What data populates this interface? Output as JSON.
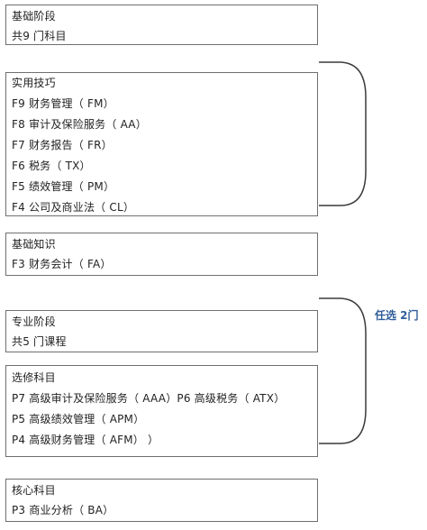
{
  "stages": [
    {
      "lines": [
        "基础阶段",
        "共9 门科目"
      ]
    },
    {
      "lines": [
        "实用技巧",
        "F9 财务管理（ FM）",
        "F8 审计及保险服务（ AA）",
        "F7 财务报告（ FR）",
        "F6 税务（ TX）",
        "F5 绩效管理（ PM）",
        "F4 公司及商业法（ CL）"
      ]
    },
    {
      "lines": [
        "基础知识",
        "F3 财务会计（ FA）"
      ]
    },
    {
      "lines": [
        "专业阶段",
        "共5 门课程"
      ]
    },
    {
      "lines": [
        "选修科目",
        "P7 高级审计及保险服务（ AAA）P6 高级税务（ ATX）",
        "P5 高级绩效管理（ APM）",
        "P4 高级财务管理（ AFM） ）"
      ]
    },
    {
      "lines": [
        "核心科目",
        "P3 商业分析（ BA）"
      ]
    }
  ],
  "note": "任选 2门",
  "colors": {
    "border": "#6f6f6f",
    "bracket": "#3a3a3a",
    "note": "#2f5d9b"
  }
}
